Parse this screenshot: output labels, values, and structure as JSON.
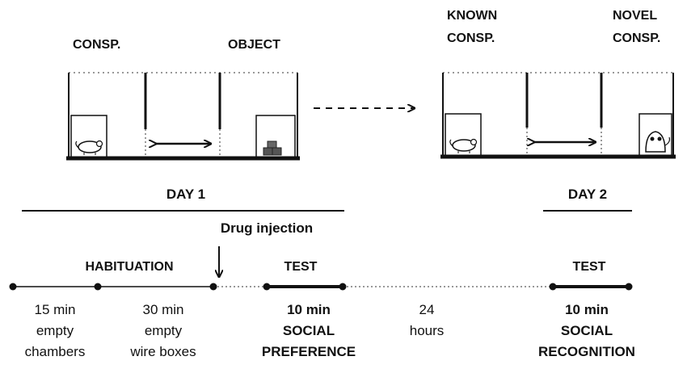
{
  "day1": {
    "label_left": "CONSP.",
    "label_right": "OBJECT",
    "day_label": "DAY 1"
  },
  "day2": {
    "label_left": [
      "KNOWN",
      "CONSP."
    ],
    "label_right": [
      "NOVEL",
      "CONSP."
    ],
    "day_label": "DAY 2"
  },
  "timeline": {
    "drug_injection": "Drug injection",
    "habituation": "HABITUATION",
    "test1": "TEST",
    "test2": "TEST",
    "phases": [
      {
        "lines": [
          "15 min",
          "empty",
          "chambers"
        ],
        "bold": false
      },
      {
        "lines": [
          "30 min",
          "empty",
          "wire boxes"
        ],
        "bold": false
      },
      {
        "lines": [
          "10 min",
          "SOCIAL",
          "PREFERENCE"
        ],
        "bold": true
      },
      {
        "lines": [
          "24",
          "hours"
        ],
        "bold": false
      },
      {
        "lines": [
          "10 min",
          "SOCIAL",
          "RECOGNITION"
        ],
        "bold": true
      }
    ]
  }
}
